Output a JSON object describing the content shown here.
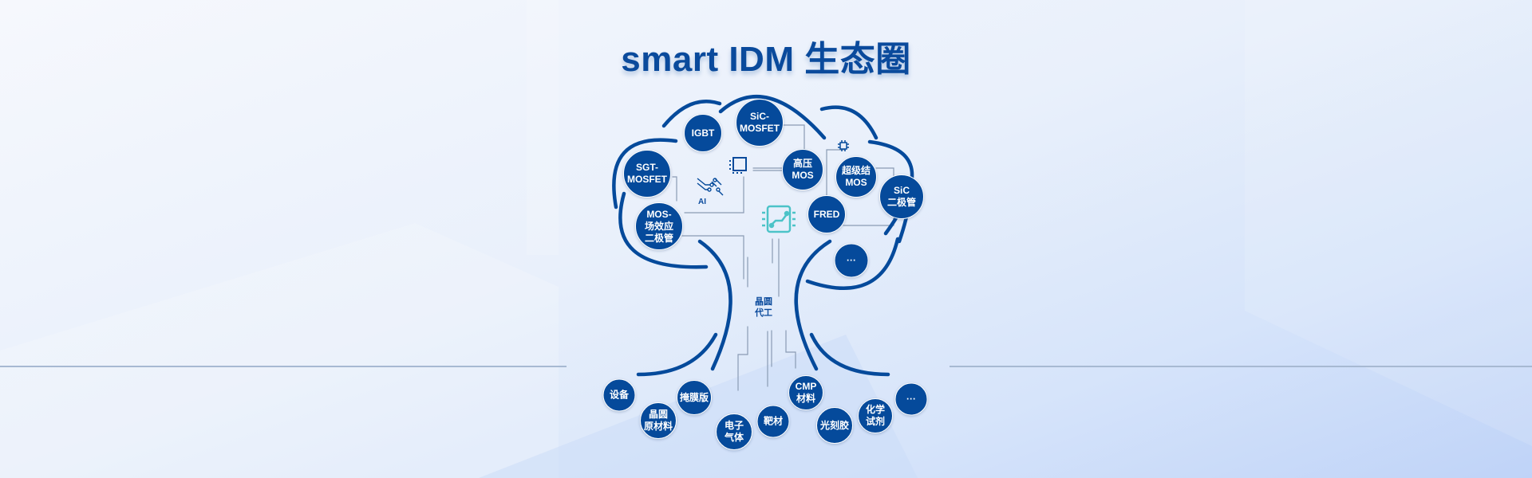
{
  "title": "smart IDM 生态圈",
  "products": [
    "IGBT",
    "SiC-\nMOSFET",
    "SGT-\nMOSFET",
    "MOS-\n场效应\n二极管",
    "高压\nMOS",
    "超级结\nMOS",
    "SiC\n二极管",
    "FRED",
    "···"
  ],
  "center_label": "晶圆\n代工",
  "ai_label": "AI",
  "materials": [
    "设备",
    "晶圆\n原材料",
    "掩膜版",
    "电子\n气体",
    "靶材",
    "CMP\n材料",
    "光刻胶",
    "化学\n试剂",
    "···"
  ],
  "colors": {
    "primary": "#054a9b",
    "accent": "#4cc3c8",
    "line": "#8a9bb3"
  }
}
